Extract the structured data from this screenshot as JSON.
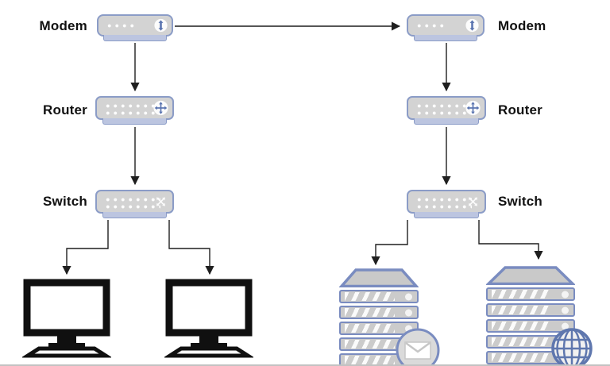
{
  "diagram": {
    "type": "network-topology",
    "background": "#ffffff",
    "colors": {
      "device_fill": "#d3d3d3",
      "device_border": "#8b9cc7",
      "device_tray": "#bcc5e0",
      "server_fill": "#cbcbcb",
      "server_border": "#7a8cc0",
      "connector": "#1f1f1f",
      "label": "#111111",
      "computer": "#111111"
    },
    "left_network": {
      "modem_label": "Modem",
      "router_label": "Router",
      "switch_label": "Switch",
      "endpoints": [
        "desktop-computer",
        "desktop-computer"
      ]
    },
    "right_network": {
      "modem_label": "Modem",
      "router_label": "Router",
      "switch_label": "Switch",
      "endpoints": [
        "mail-server",
        "web-server"
      ]
    },
    "connections": [
      {
        "from": "left-modem",
        "to": "left-router"
      },
      {
        "from": "left-modem",
        "to": "right-modem"
      },
      {
        "from": "left-router",
        "to": "left-switch"
      },
      {
        "from": "left-switch",
        "to": "computer-1"
      },
      {
        "from": "left-switch",
        "to": "computer-2"
      },
      {
        "from": "right-modem",
        "to": "right-router"
      },
      {
        "from": "right-router",
        "to": "right-switch"
      },
      {
        "from": "right-switch",
        "to": "mail-server"
      },
      {
        "from": "right-switch",
        "to": "web-server"
      }
    ],
    "icons": {
      "modem": "up-down-arrow-icon",
      "router": "four-way-arrow-icon",
      "switch": "crossed-arrows-icon",
      "mail_server_badge": "mail-icon",
      "web_server_badge": "globe-icon"
    }
  }
}
